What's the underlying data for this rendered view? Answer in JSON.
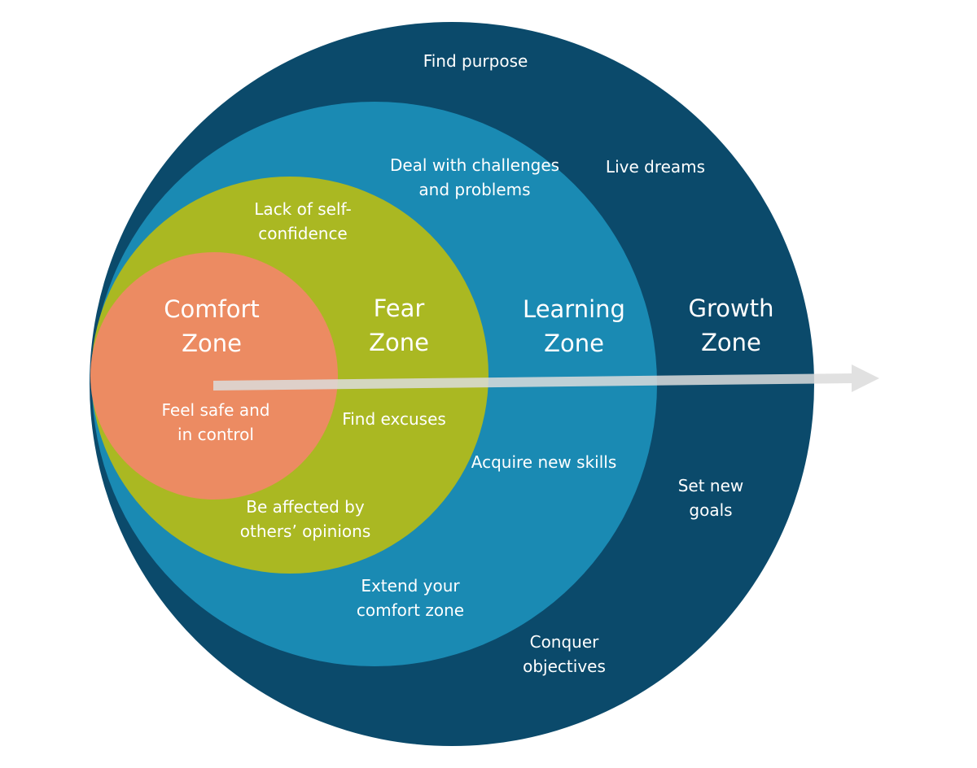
{
  "colors": {
    "background": "#ffffff",
    "growth_zone": "#0b4a6b",
    "learning_zone": "#1a8ab3",
    "fear_zone": "#aab822",
    "comfort_zone": "#ec8b62",
    "arrow": "#dcdcdc",
    "text": "#ffffff"
  },
  "zones": {
    "comfort": {
      "title": [
        "Comfort",
        "Zone"
      ],
      "phrases": [
        [
          "Feel safe and",
          "in control"
        ]
      ]
    },
    "fear": {
      "title": [
        "Fear",
        "Zone"
      ],
      "phrases": [
        [
          "Lack of self-",
          "confidence"
        ],
        [
          "Find excuses"
        ],
        [
          "Be affected by",
          "others’ opinions"
        ]
      ]
    },
    "learning": {
      "title": [
        "Learning",
        "Zone"
      ],
      "phrases": [
        [
          "Deal with challenges",
          "and problems"
        ],
        [
          "Acquire new skills"
        ],
        [
          "Extend your",
          "comfort zone"
        ]
      ]
    },
    "growth": {
      "title": [
        "Growth",
        "Zone"
      ],
      "phrases": [
        [
          "Find purpose"
        ],
        [
          "Live dreams"
        ],
        [
          "Set new",
          "goals"
        ],
        [
          "Conquer",
          "objectives"
        ]
      ]
    }
  },
  "arrow_icon": "right-arrow-icon"
}
